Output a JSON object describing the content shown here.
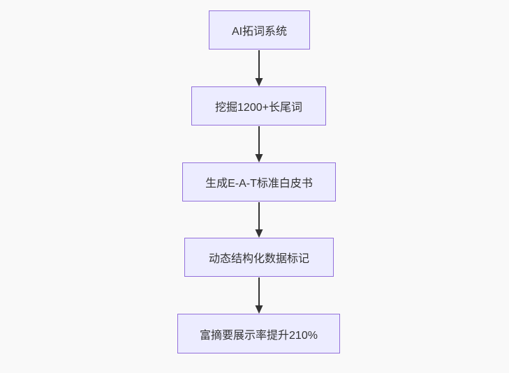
{
  "diagram": {
    "type": "flowchart",
    "direction": "top-down",
    "nodes": [
      {
        "id": "n1",
        "label": "AI拓词系统"
      },
      {
        "id": "n2",
        "label": "挖掘1200+长尾词"
      },
      {
        "id": "n3",
        "label": "生成E-A-T标准白皮书"
      },
      {
        "id": "n4",
        "label": "动态结构化数据标记"
      },
      {
        "id": "n5",
        "label": "富摘要展示率提升210%"
      }
    ],
    "edges": [
      {
        "from": "n1",
        "to": "n2"
      },
      {
        "from": "n2",
        "to": "n3"
      },
      {
        "from": "n3",
        "to": "n4"
      },
      {
        "from": "n4",
        "to": "n5"
      }
    ],
    "colors": {
      "node_fill": "#ECECFF",
      "node_border": "#9370DB",
      "text": "#333333",
      "arrow": "#333333",
      "background": "#f9f9f9"
    }
  }
}
